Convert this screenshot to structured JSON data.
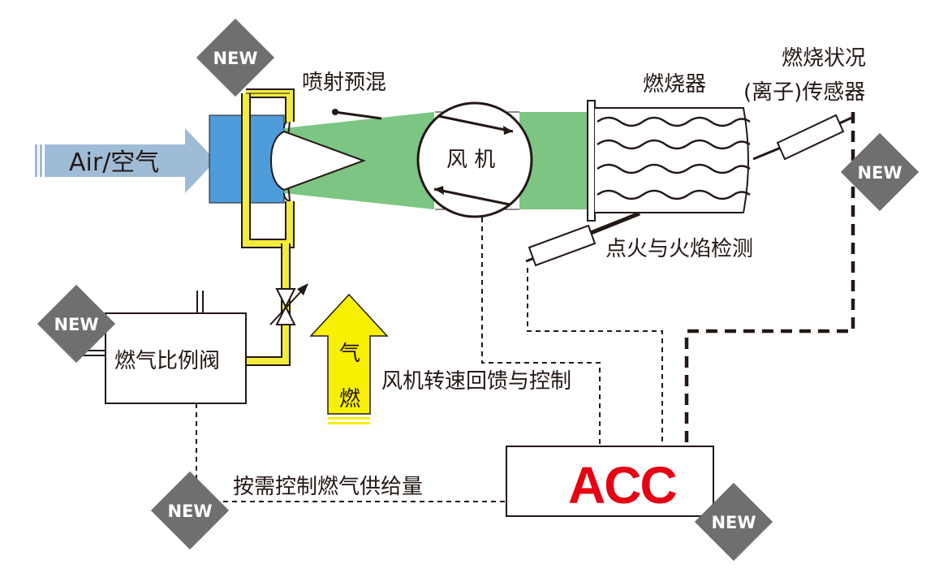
{
  "labels": {
    "air": "Air/空气",
    "premix": "喷射预混",
    "fan": "风 机",
    "burner": "燃烧器",
    "ion_sensor_1": "燃烧状况",
    "ion_sensor_2": "(离子)传感器",
    "ignition": "点火与火焰检测",
    "valve": "燃气比例阀",
    "gas_1": "燃",
    "gas_2": "气",
    "fan_feedback": "风机转速回馈与控制",
    "on_demand": "按需控制燃气供给量",
    "controller": "ACC"
  },
  "badges": [
    "NEW",
    "NEW",
    "NEW",
    "NEW",
    "NEW"
  ],
  "colors": {
    "air_arrow": "#9fbcd6",
    "inlet_block": "#4d9bd8",
    "mix_duct": "#7cc583",
    "gas_line": "#f2ec3c",
    "gas_arrow": "#f7f000",
    "badge": "#6f6f6f",
    "brand": "#e60012"
  }
}
